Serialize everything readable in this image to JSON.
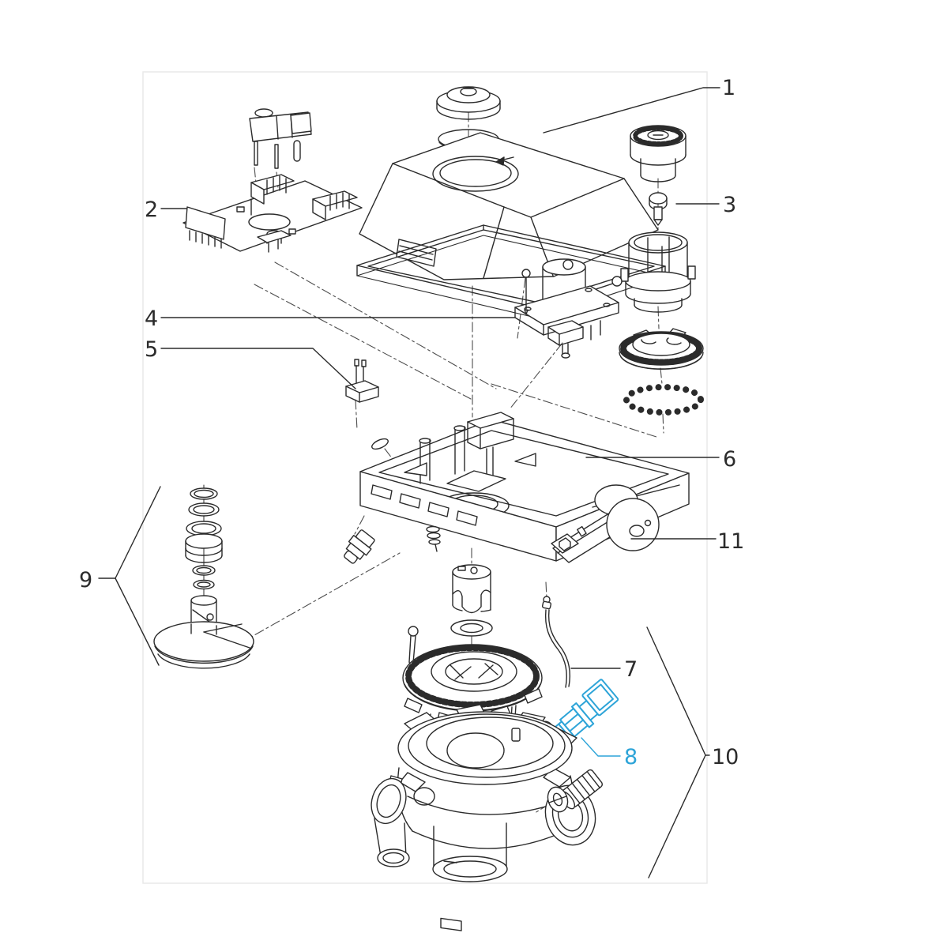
{
  "diagram": {
    "kind": "exploded-parts-diagram",
    "subject": "control-valve-actuator-exploded-view",
    "background": "#ffffff",
    "frame_color": "#e9e9e9",
    "line_color": "#2b2b2b",
    "centerline_color": "#4d4d4d",
    "highlight_color": "#2da4d8"
  },
  "callouts": [
    {
      "label": "1",
      "part": "cover",
      "color": "#2b2b2b",
      "highlighted": false
    },
    {
      "label": "2",
      "part": "circuit-board-assembly",
      "color": "#2b2b2b",
      "highlighted": false
    },
    {
      "label": "3",
      "part": "knob-and-screw",
      "color": "#2b2b2b",
      "highlighted": false
    },
    {
      "label": "4",
      "part": "drive-motor",
      "color": "#2b2b2b",
      "highlighted": false
    },
    {
      "label": "5",
      "part": "wire-connector",
      "color": "#2b2b2b",
      "highlighted": false
    },
    {
      "label": "6",
      "part": "base-housing",
      "color": "#2b2b2b",
      "highlighted": false
    },
    {
      "label": "7",
      "part": "capillary-tube",
      "color": "#2b2b2b",
      "highlighted": false
    },
    {
      "label": "8",
      "part": "injector-fitting",
      "color": "#2da4d8",
      "highlighted": true
    },
    {
      "label": "9",
      "part": "piston-seal-assembly",
      "color": "#2b2b2b",
      "highlighted": false
    },
    {
      "label": "10",
      "part": "valve-body",
      "color": "#2b2b2b",
      "highlighted": false
    },
    {
      "label": "11",
      "part": "handle-assembly",
      "color": "#2b2b2b",
      "highlighted": false
    }
  ]
}
